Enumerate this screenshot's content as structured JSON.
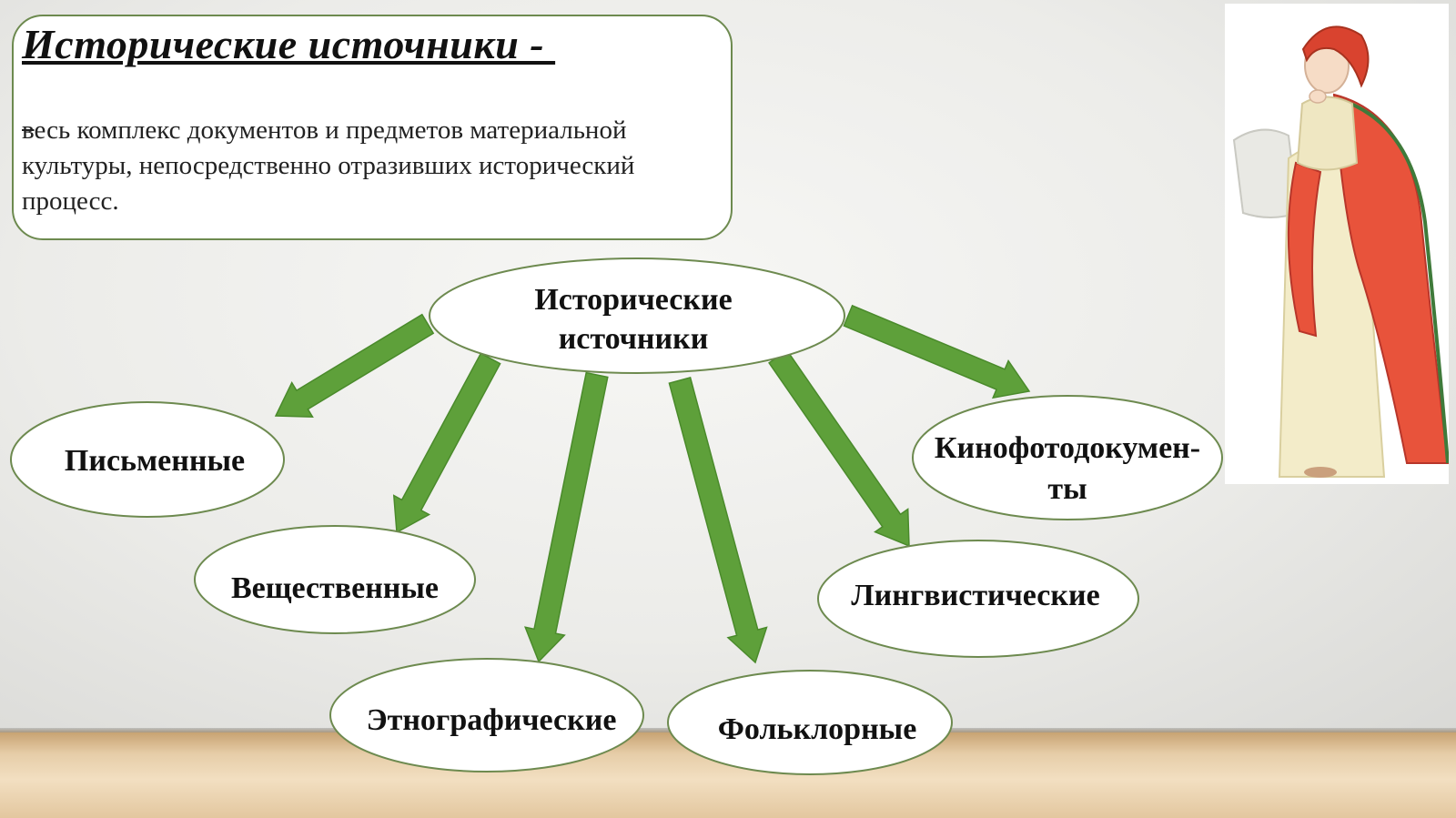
{
  "definition": {
    "title": "Исторические источники - ",
    "first_letter": "в",
    "text_rest": "есь комплекс документов и предметов материальной культуры, непосредственно отразивших исторический процесс."
  },
  "center": {
    "lines": [
      "Исторические",
      "источники"
    ]
  },
  "nodes": [
    {
      "id": "written",
      "lines": [
        "Письменные"
      ]
    },
    {
      "id": "material",
      "lines": [
        "Вещественные"
      ]
    },
    {
      "id": "ethnographic",
      "lines": [
        "Этнографические"
      ]
    },
    {
      "id": "folklore",
      "lines": [
        "Фольклорные"
      ]
    },
    {
      "id": "linguistic",
      "lines": [
        "Лингвистические"
      ]
    },
    {
      "id": "film-photo",
      "lines": [
        "Кинофотодокумен-",
        "ты"
      ]
    }
  ],
  "colors": {
    "arrow": "#5ea03a",
    "arrow_stroke": "#4a8a2b",
    "ellipse_border": "#6d8a4f",
    "ellipse_fill": "#ffffff"
  },
  "decoration": {
    "figure": "ancient-greek-muse-illustration"
  }
}
